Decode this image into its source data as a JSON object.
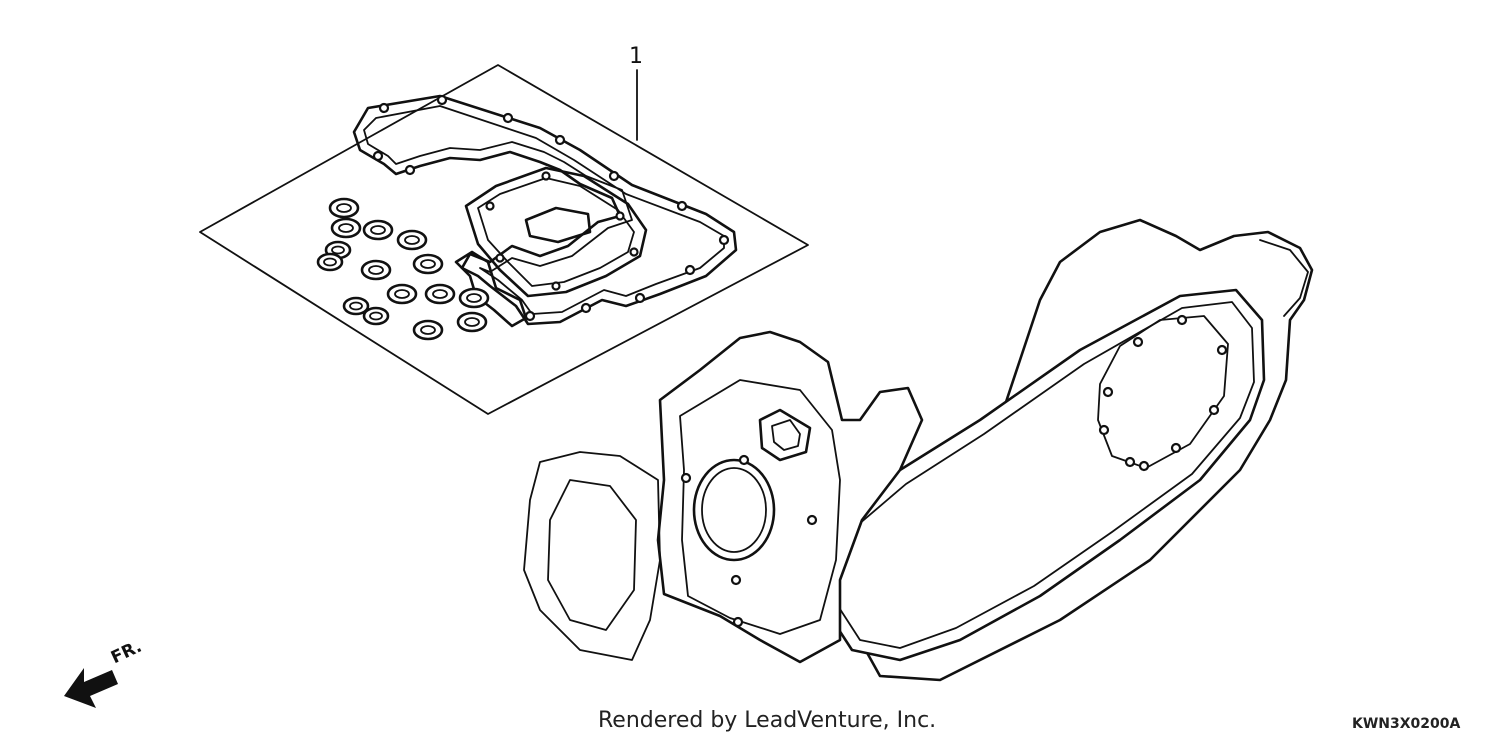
{
  "diagram": {
    "callout_number": "1",
    "front_label": "FR.",
    "footer_credit": "Rendered by LeadVenture, Inc.",
    "reference_code": "KWN3X0200A"
  },
  "colors": {
    "line": "#111111",
    "background": "#ffffff"
  },
  "icons": {
    "front_arrow": "front-direction-arrow-icon"
  }
}
